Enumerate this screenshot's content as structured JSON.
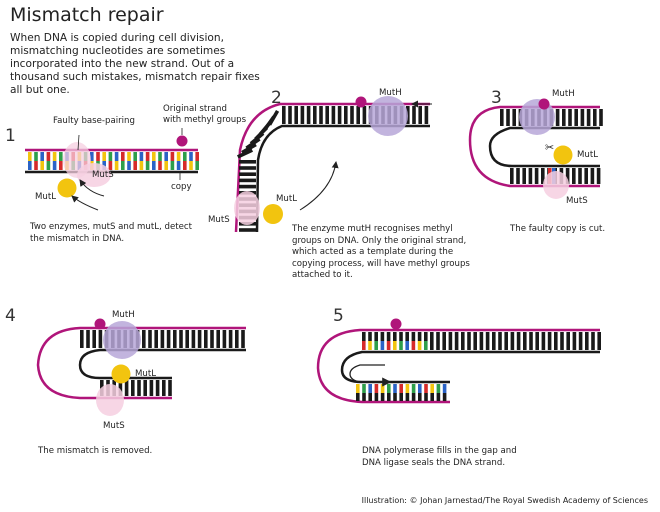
{
  "title": "Mismatch repair",
  "intro": "When DNA is copied during cell division, mismatching nucleotides are sometimes incorporated into the new strand. Out of a thousand such mistakes, mismatch repair fixes all but one.",
  "steps": [
    {
      "number": "1",
      "caption": "Two enzymes, mutS and mutL, detect the mismatch in DNA."
    },
    {
      "number": "2",
      "caption": "The enzyme mutH recognises methyl groups on DNA. Only the original strand, which acted as a template during the copying process, will have methyl groups attached to it."
    },
    {
      "number": "3",
      "caption": "The faulty copy is cut."
    },
    {
      "number": "4",
      "caption": "The mismatch is removed."
    },
    {
      "number": "5",
      "caption": "DNA polymerase fills in the gap and DNA ligase seals the DNA strand."
    }
  ],
  "labels": {
    "faulty_base_pairing": "Faulty base-pairing",
    "original_strand": "Original strand\nwith methyl groups",
    "copy": "copy",
    "mutS": "MutS",
    "mutL": "MutL",
    "mutH": "MutH"
  },
  "credit": "Illustration: © Johan Jarnestad/The Royal Swedish Academy of Sciences",
  "colors": {
    "original_strand": "#b0157a",
    "copy_strand": "#1a1a1a",
    "mutS": "#f6cfe0",
    "mutL": "#f2c40f",
    "mutH": "#b7a7d8",
    "methyl": "#b0157a",
    "base_yellow": "#f2c40f",
    "base_green": "#2e9e4a",
    "base_blue": "#2b63c6",
    "base_red": "#d62a2a"
  }
}
